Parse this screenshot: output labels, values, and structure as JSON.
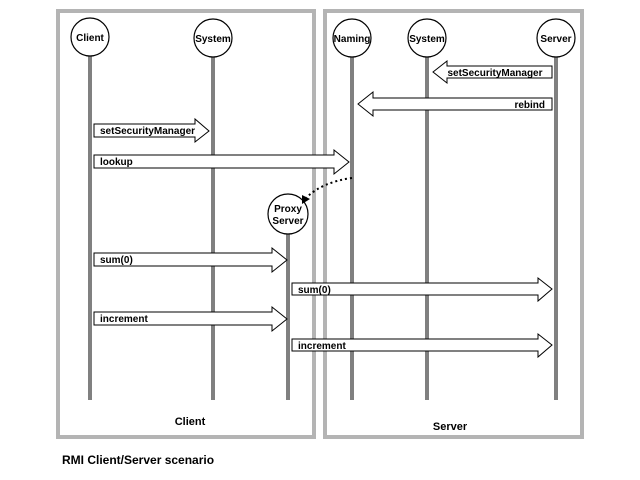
{
  "diagram": {
    "caption": "RMI Client/Server scenario",
    "panels": {
      "client": {
        "label": "Client"
      },
      "server": {
        "label": "Server"
      }
    },
    "lifelines": {
      "client": {
        "label": "Client"
      },
      "system_client": {
        "label": "System"
      },
      "naming": {
        "label": "Naming"
      },
      "system_server": {
        "label": "System"
      },
      "server": {
        "label": "Server"
      },
      "proxy": {
        "label_line1": "Proxy",
        "label_line2": "Server"
      }
    },
    "messages": {
      "server_set_security": {
        "label": "setSecurityManager"
      },
      "rebind": {
        "label": "rebind"
      },
      "client_set_security": {
        "label": "setSecurityManager"
      },
      "lookup": {
        "label": "lookup"
      },
      "sum_client": {
        "label": "sum(0)"
      },
      "sum_proxy": {
        "label": "sum(0)"
      },
      "increment_client": {
        "label": "increment"
      },
      "increment_proxy": {
        "label": "increment"
      }
    },
    "colors": {
      "panel_border": "#b4b4b4",
      "lifeline": "#808080",
      "stroke": "#000000",
      "fill": "#ffffff"
    }
  }
}
